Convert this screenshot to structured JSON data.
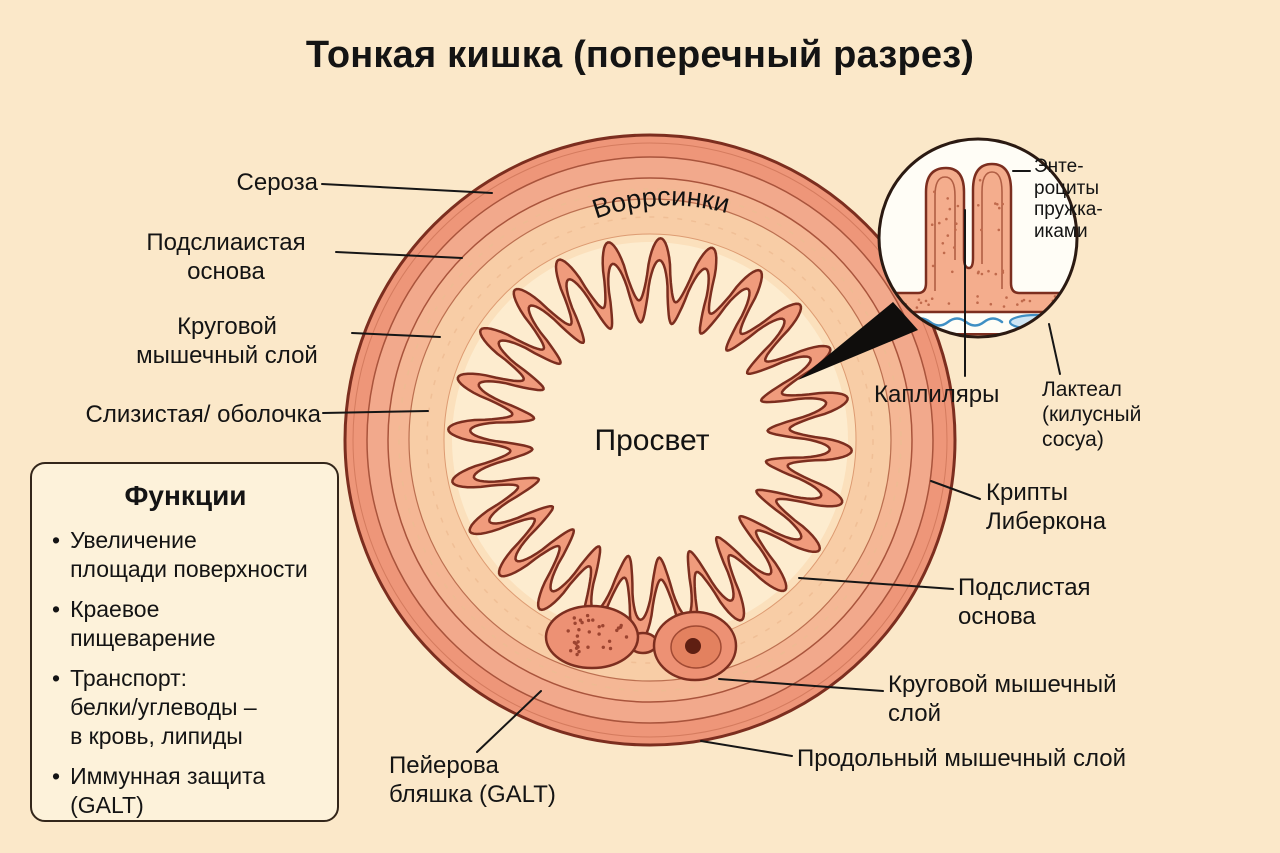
{
  "title": "Тонкая кишка (поперечный разрез)",
  "diagram": {
    "villi_arc_label": "Воррсинки",
    "lumen_label": "Просвет"
  },
  "labels_left": {
    "serosa": "Сероза",
    "submucosa": "Подслиаистая\nоснова",
    "circular_muscle": "Круговой\nмышечный слой",
    "mucosa": "Слизистая/ оболочка"
  },
  "labels_right": {
    "enterocytes": "Энте-\nроциты\nпружка-\nиками",
    "capillaries": "Каплиляры",
    "lacteal": "Лактеал\n(килусный\nсосуа)",
    "crypts": "Крипты\nЛиберкона",
    "submucosa": "Подслистая\nоснова",
    "circular_muscle": "Круговой мышечный\nслой",
    "longitudinal_muscle": "Продольный мышечный слой"
  },
  "labels_bottom": {
    "peyers_patch": "Пейерова\nбляшка (GALT)"
  },
  "functions_box": {
    "title": "Функции",
    "bullet": "•",
    "items": [
      "Увеличение\nплощади поверхности",
      "Краевое\nпищеварение",
      "Транспорт:\nбелки/углеводы –\nв кровь, липиды",
      "Иммунная защита\n(GALT)"
    ]
  },
  "colors": {
    "background": "#fbe8c9",
    "serosa": "#ee9679",
    "muscle_outer": "#f2a98c",
    "muscle_inner": "#f5b795",
    "submucosa": "#f8cda6",
    "mucosa_bg": "#fbe0bc",
    "lumen": "#fdeccf",
    "villi_fill": "#f09b7c",
    "outline": "#7c2e1f",
    "capillary_blue": "#3f8fc4",
    "text": "#141414"
  }
}
